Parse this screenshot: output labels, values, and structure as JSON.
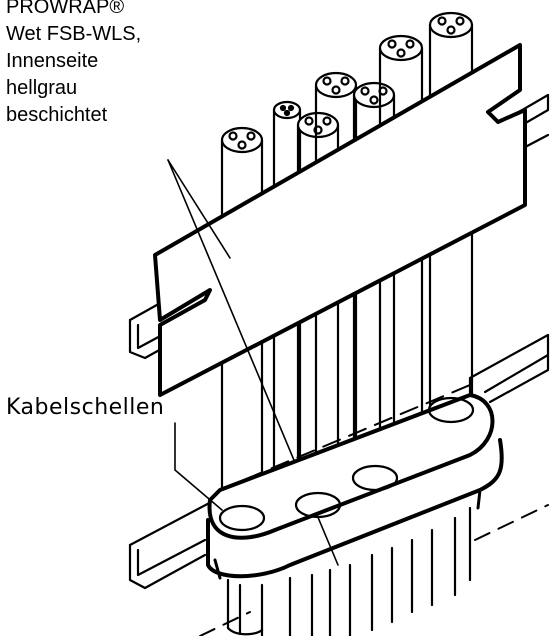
{
  "label_top": {
    "lines": [
      "PROWRAP®",
      "Wet FSB-WLS,",
      "Innenseite",
      "hellgrau",
      "beschichtet"
    ]
  },
  "label_clamps": {
    "text": "Kabelschellen"
  }
}
